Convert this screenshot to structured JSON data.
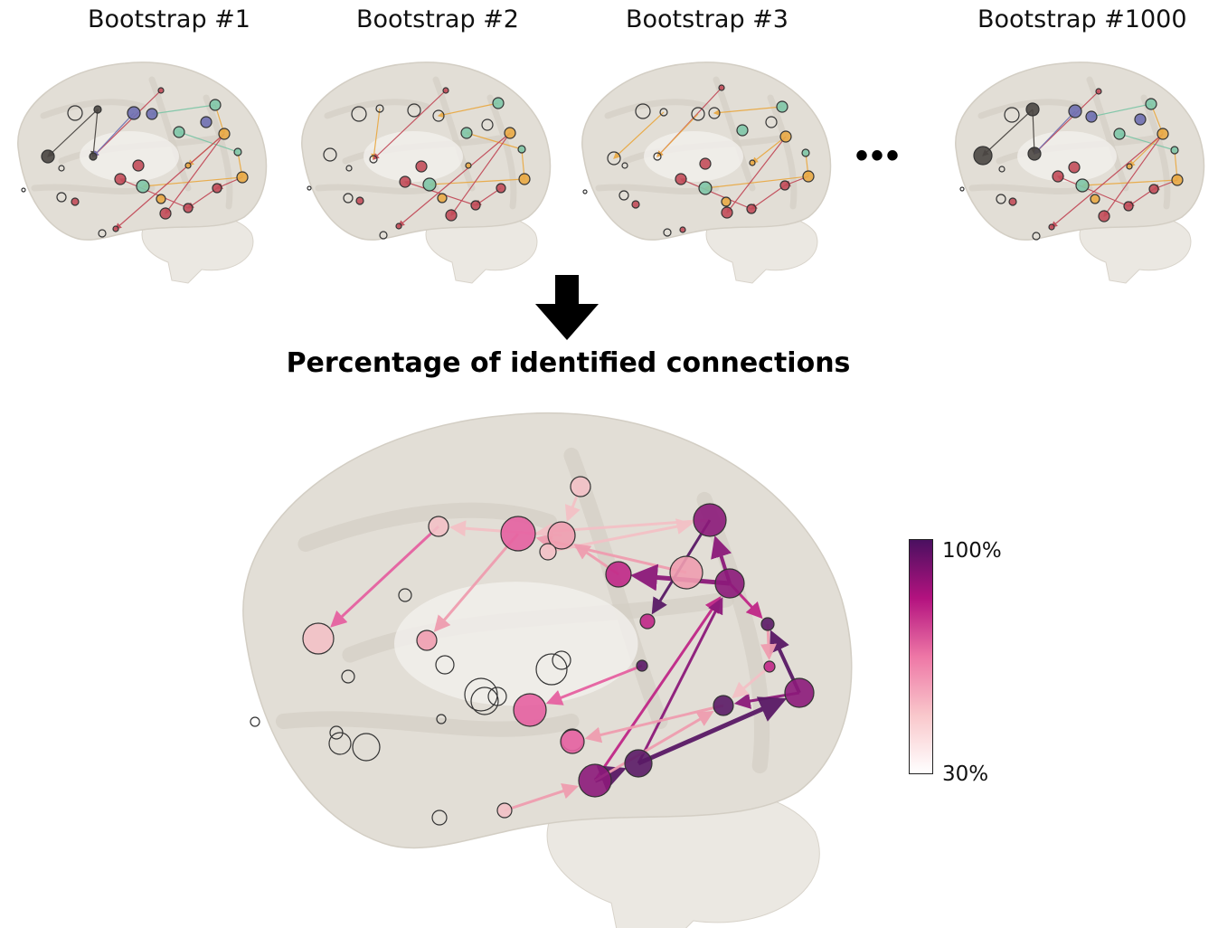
{
  "bootstraps": [
    {
      "label": "Bootstrap #1"
    },
    {
      "label": "Bootstrap #2"
    },
    {
      "label": "Bootstrap #3"
    },
    {
      "label": "Bootstrap #1000"
    }
  ],
  "ellipsis": "•••",
  "main_title": "Percentage of identified connections",
  "colorbar": {
    "max_label": "100%",
    "min_label": "30%",
    "colors": [
      "#ffffff",
      "#f9c7cb",
      "#ee77a6",
      "#b3127f",
      "#4a1060"
    ]
  },
  "colors": {
    "brain": "#e2ded6",
    "network_green": "#7fc6a8",
    "network_orange": "#e9aa46",
    "network_red": "#c24c5a",
    "network_blue": "#6f6fb1",
    "network_dark": "#4a4642"
  }
}
